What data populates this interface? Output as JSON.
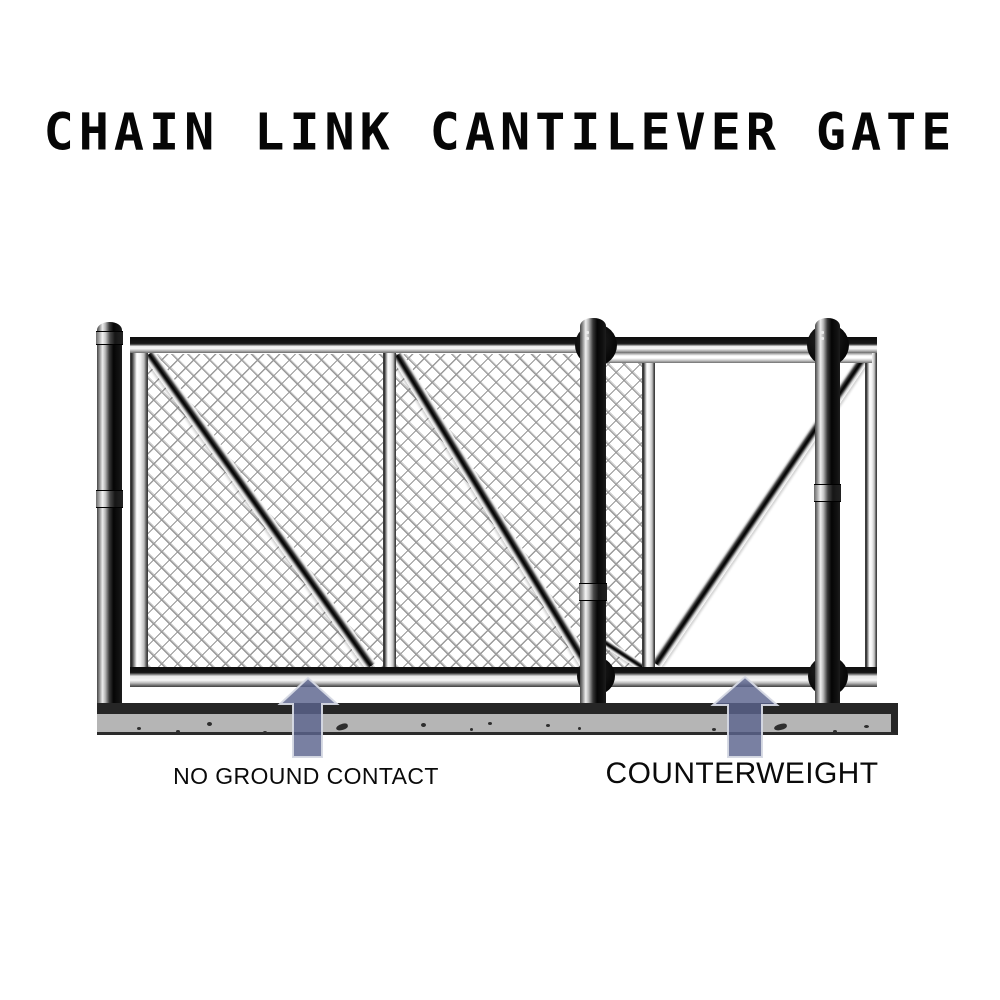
{
  "title": "CHAIN LINK CANTILEVER GATE",
  "annotations": {
    "no_ground_contact": {
      "label": "NO GROUND CONTACT"
    },
    "counterweight": {
      "label": "COUNTERWEIGHT"
    }
  },
  "diagram": {
    "type": "technical-illustration",
    "subject": "chain link cantilever sliding gate",
    "mesh_panel_count": 3,
    "roller_count": 4,
    "post_count": 3,
    "icons": [
      "up-arrow-icon",
      "up-arrow-icon"
    ]
  },
  "colors": {
    "background": "#FFFFFF",
    "text": "#0A0A0A",
    "arrow_fill": "#5C648E",
    "arrow_border": "#D6D9E4",
    "ground_gray": "#B5B5B5",
    "ground_edge": "#262626",
    "metal_dark": "#111111",
    "metal_light": "#F2F2F2",
    "mesh_line": "#9A9A9A"
  }
}
